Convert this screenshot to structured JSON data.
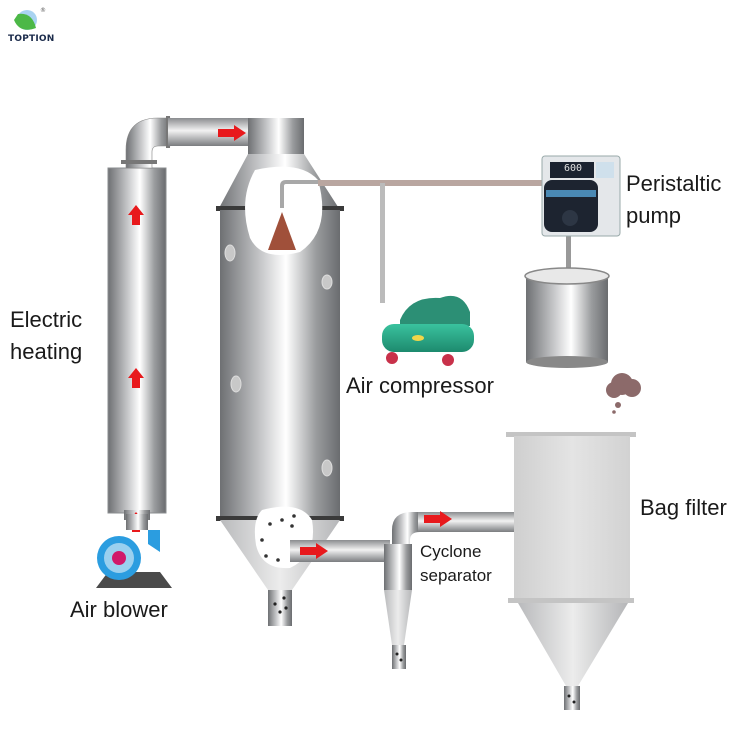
{
  "brand": {
    "name": "TOPTION",
    "registered_mark": "®"
  },
  "labels": {
    "electric_heating": "Electric\nheating",
    "air_blower": "Air blower",
    "peristaltic_pump": "Peristaltic\npump",
    "air_compressor": "Air compressor",
    "bag_filter": "Bag filter",
    "cyclone_separator": "Cyclone\nseparator"
  },
  "pump_display": "600",
  "colors": {
    "flow_arrow": "#e8191c",
    "spray_cone": "#a0503a",
    "compressor": "#2aa88a",
    "blower": "#2b9de0",
    "blower_core": "#d0186a",
    "exhaust_cloud": "#8c6a6a",
    "steel_dark": "#6e7073",
    "steel_light": "#f4f4f4",
    "filter_body": "#dcdcdc"
  }
}
